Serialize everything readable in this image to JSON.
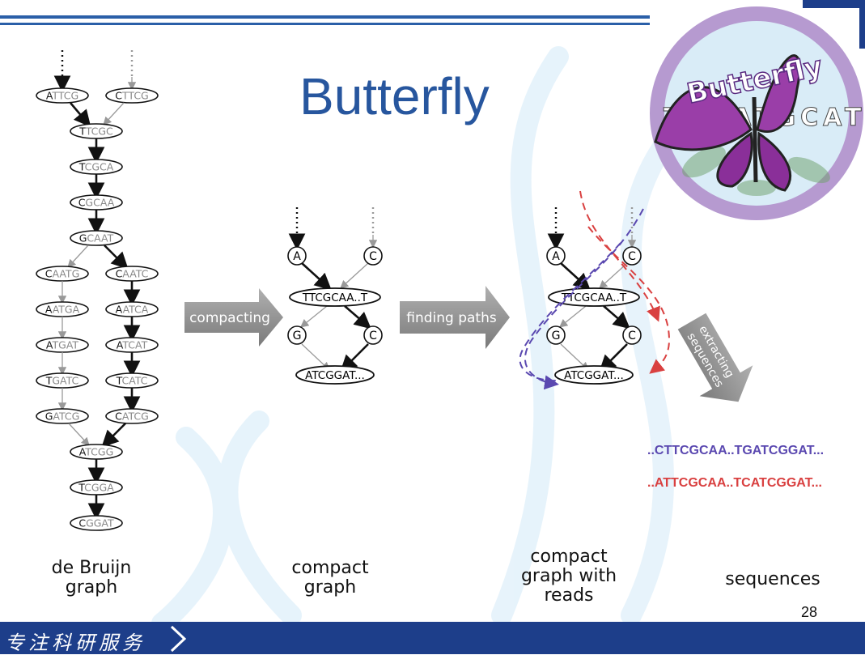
{
  "title": "Butterfly",
  "logo": {
    "text": "Butterfly",
    "letters": "TGCATGCAT",
    "colors": {
      "ring": "#b69ad0",
      "inner": "#d9ecf7",
      "wing": "#9a3ea8"
    }
  },
  "stage_labels": {
    "de_bruijn": "de Bruijn\ngraph",
    "compact": "compact\ngraph",
    "compact_reads": "compact\ngraph with\nreads",
    "sequences": "sequences"
  },
  "arrows": {
    "compacting": "compacting",
    "finding_paths": "finding paths",
    "extracting": "extracting\nsequences"
  },
  "de_bruijn_nodes": {
    "left_top": {
      "first": "A",
      "rest": "TTCG"
    },
    "right_top": {
      "first": "C",
      "rest": "TTCG"
    },
    "chain_top": [
      {
        "first": "T",
        "rest": "TCGC"
      },
      {
        "first": "T",
        "rest": "CGCA"
      },
      {
        "first": "C",
        "rest": "GCAA"
      },
      {
        "first": "G",
        "rest": "CAAT"
      }
    ],
    "left_branch": [
      {
        "first": "C",
        "rest": "AATG"
      },
      {
        "first": "A",
        "rest": "ATGA"
      },
      {
        "first": "A",
        "rest": "TGAT"
      },
      {
        "first": "T",
        "rest": "GATC"
      },
      {
        "first": "G",
        "rest": "ATCG"
      }
    ],
    "right_branch": [
      {
        "first": "C",
        "rest": "AATC"
      },
      {
        "first": "A",
        "rest": "ATCA"
      },
      {
        "first": "A",
        "rest": "TCAT"
      },
      {
        "first": "T",
        "rest": "CATC"
      },
      {
        "first": "C",
        "rest": "ATCG"
      }
    ],
    "chain_bottom": [
      {
        "first": "A",
        "rest": "TCGG"
      },
      {
        "first": "T",
        "rest": "CGGA"
      },
      {
        "first": "C",
        "rest": "GGAT"
      }
    ]
  },
  "compact_nodes": {
    "a": "A",
    "c_top": "C",
    "mid": "TTCGCAA..T",
    "g": "G",
    "c_bottom": "C",
    "bottom": "ATCGGAT..."
  },
  "sequences": {
    "blue": "..CTTCGCAA..TGATCGGAT...",
    "red": "..ATTCGCAA..TCATCGGAT..."
  },
  "colors": {
    "blue_path": "#5a48b0",
    "red_path": "#d94040",
    "title": "#27569e",
    "footer": "#1d3e8a",
    "header_line": "#2a5fa8"
  },
  "page_number": "28",
  "footer_text": "专注科研服务"
}
